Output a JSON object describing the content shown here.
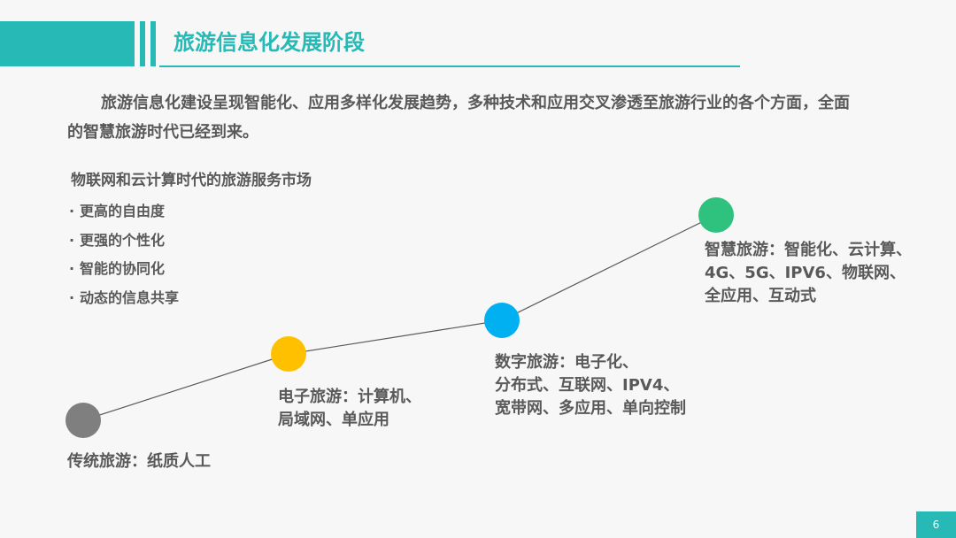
{
  "slide": {
    "title": "旅游信息化发展阶段",
    "intro": "旅游信息化建设呈现智能化、应用多样化发展趋势，多种技术和应用交叉渗透至旅游行业的各个方面，全面的智慧旅游时代已经到来。",
    "page_number": "6"
  },
  "features": {
    "heading": "物联网和云计算时代的旅游服务市场",
    "bullet": "·",
    "items": [
      "更高的自由度",
      "更强的个性化",
      "智能的协同化",
      "动态的信息共享"
    ]
  },
  "stages": [
    {
      "lines": [
        "传统旅游：纸质人工"
      ],
      "color": "#7f7f7f"
    },
    {
      "lines": [
        "电子旅游：计算机、",
        "局域网、单应用"
      ],
      "color": "#ffc000"
    },
    {
      "lines": [
        "数字旅游：电子化、",
        "分布式、互联网、IPV4、",
        "宽带网、多应用、单向控制"
      ],
      "color": "#00b0f0"
    },
    {
      "lines": [
        "智慧旅游：智能化、云计算、",
        "4G、5G、IPV6、物联网、",
        "全应用、互动式"
      ],
      "color": "#2ec27e"
    }
  ],
  "colors": {
    "accent": "#27b9b5",
    "text": "#595959",
    "line": "#595959"
  }
}
